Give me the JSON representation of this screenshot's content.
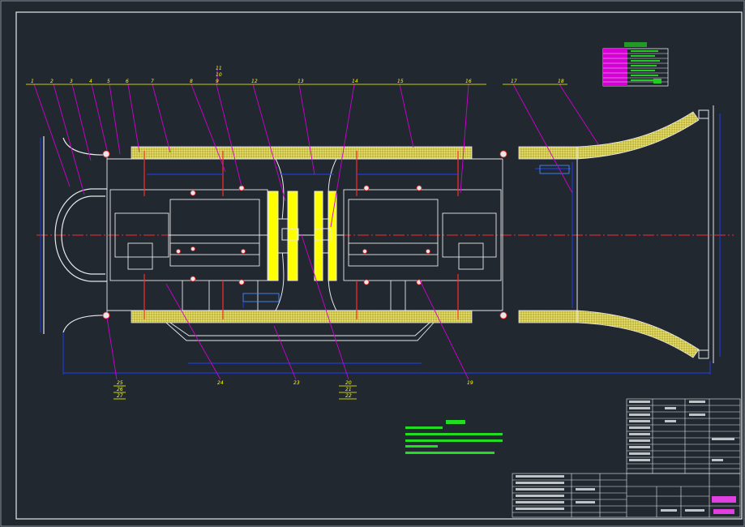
{
  "drawing": {
    "background": "#212830",
    "colors": {
      "frame": "#e8e8e8",
      "centerline": "#ff2a2a",
      "leader": "#d000d0",
      "callout": "#ffff00",
      "hatch": "#e6e08a",
      "dimension": "#1e40ff",
      "note": "#22dd22",
      "table_fill": "#d400d4",
      "stamp": "#e040e0"
    }
  },
  "callouts": {
    "top": [
      "1",
      "2",
      "3",
      "4",
      "5",
      "6",
      "7",
      "8",
      "9",
      "10",
      "11",
      "12",
      "13",
      "14",
      "15",
      "16",
      "17",
      "18"
    ],
    "bottom": [
      "25",
      "26",
      "27",
      "24",
      "23",
      "20",
      "21",
      "22",
      "19"
    ]
  },
  "icons": {
    "callout_balloon": "leader-line-icon",
    "centerline": "centerline-icon"
  }
}
